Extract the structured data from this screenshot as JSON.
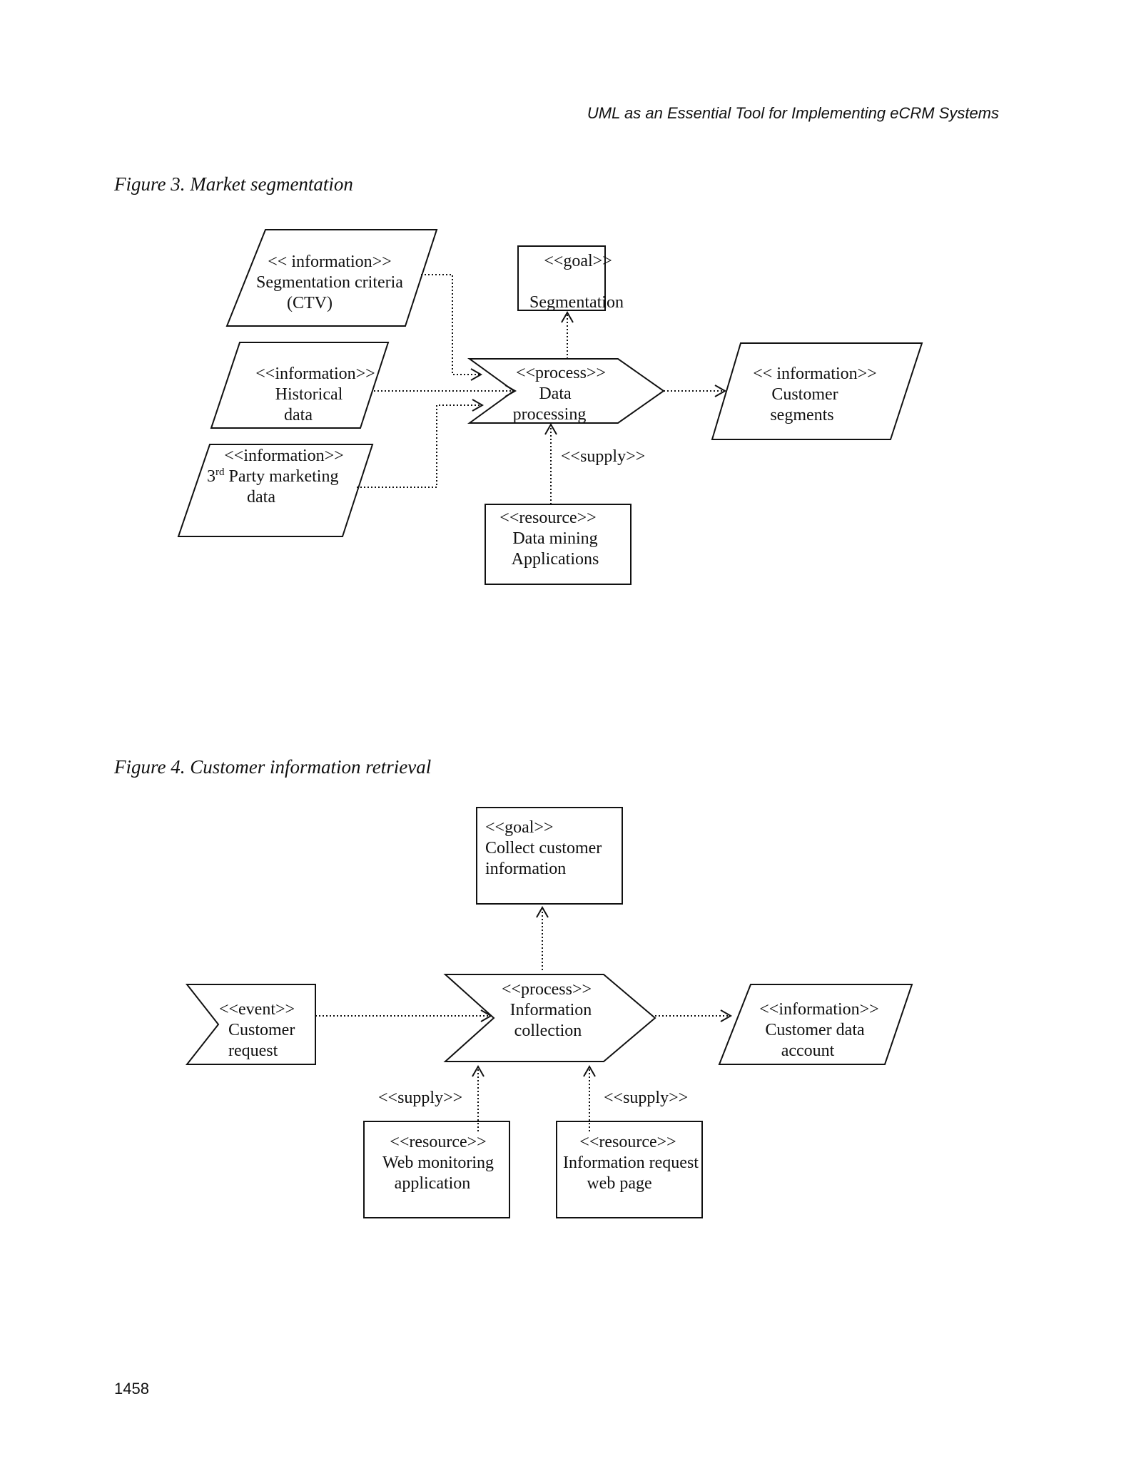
{
  "page": {
    "running_header": "UML as an Essential Tool for Implementing eCRM Systems",
    "page_number": "1458"
  },
  "figure3": {
    "caption": "Figure 3. Market segmentation",
    "info_criteria": [
      "<< information>>",
      "Segmentation criteria",
      "(CTV)"
    ],
    "info_historical": [
      "<<information>>",
      "Historical",
      "data"
    ],
    "info_third_party": [
      "<<information>>",
      "3",
      "rd",
      " Party marketing",
      "data"
    ],
    "goal": [
      "<<goal>>",
      "Segmentation"
    ],
    "process": [
      "<<process>>",
      "Data",
      "processing"
    ],
    "info_segments": [
      "<< information>>",
      "Customer",
      "segments"
    ],
    "supply_label": "<<supply>>",
    "resource": [
      "<<resource>>",
      "Data mining",
      "Applications"
    ]
  },
  "figure4": {
    "caption": "Figure 4. Customer information retrieval",
    "goal": [
      "<<goal>>",
      "Collect customer",
      "information"
    ],
    "event": [
      "<<event>>",
      "Customer",
      "request"
    ],
    "process": [
      "<<process>>",
      "Information",
      "collection"
    ],
    "info_account": [
      "<<information>>",
      "Customer data",
      "account"
    ],
    "supply_left": "<<supply>>",
    "supply_right": "<<supply>>",
    "resource_web_monitoring": [
      "<<resource>>",
      "Web monitoring",
      "application"
    ],
    "resource_request_page": [
      "<<resource>>",
      "Information request",
      "web page"
    ]
  }
}
